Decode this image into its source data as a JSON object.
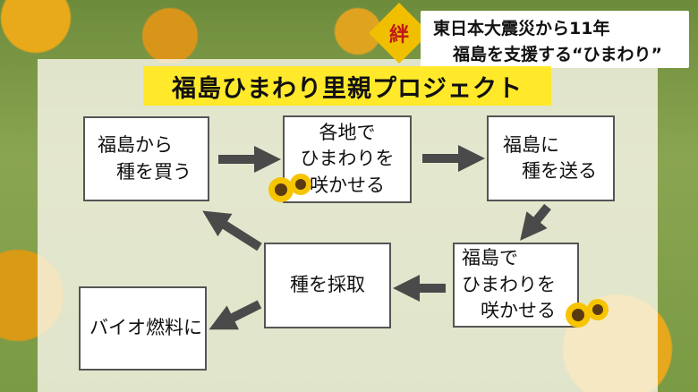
{
  "headline": {
    "line1": "東日本大震災から11年",
    "line2": "福島を支援する“ひまわり”",
    "badge": "絆"
  },
  "title": "福島ひまわり里親プロジェクト",
  "steps": [
    {
      "line1": "福島から",
      "line2": "　種を買う"
    },
    {
      "line1": "各地で",
      "line2": "ひまわりを",
      "line3": "咲かせる"
    },
    {
      "line1": "福島に",
      "line2": "　種を送る"
    },
    {
      "line1": "福島で",
      "line2": "ひまわりを",
      "line3": "　咲かせる"
    },
    {
      "line1": "種を採取"
    },
    {
      "line1": "バイオ燃料に"
    }
  ],
  "colors": {
    "title_bg": "#ffe92a",
    "badge_bg": "#f0c000",
    "badge_text": "#c01818",
    "arrow": "#4a4a4a"
  }
}
